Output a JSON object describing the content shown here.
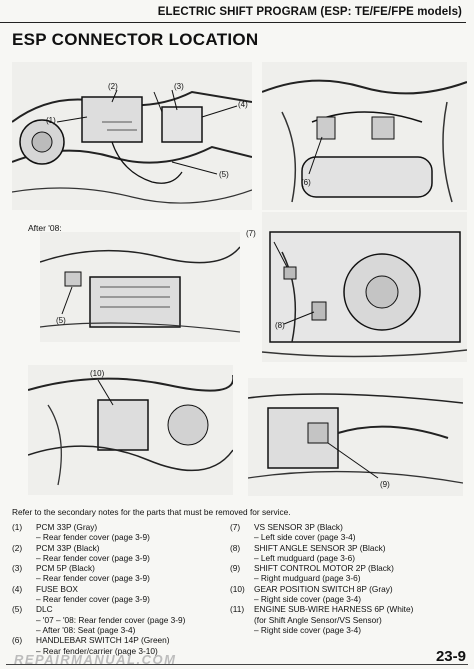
{
  "header": {
    "title": "ELECTRIC SHIFT PROGRAM (ESP: TE/FE/FPE models)"
  },
  "section_title": "ESP CONNECTOR LOCATION",
  "callouts": {
    "c1": "(1)",
    "c2": "(2)",
    "c3": "(3)",
    "c4": "(4)",
    "c5a": "(5)",
    "c6": "(6)",
    "c5b": "(5)",
    "c7": "(7)",
    "c8": "(8)",
    "c10": "(10)",
    "c9": "(9)"
  },
  "after_08_label": "After '08:",
  "note": "Refer to the secondary notes for the parts that must be removed for service.",
  "legend_left": [
    {
      "num": "(1)",
      "name": "PCM 33P (Gray)",
      "sub": [
        "– Rear fender cover (page 3-9)"
      ]
    },
    {
      "num": "(2)",
      "name": "PCM 33P (Black)",
      "sub": [
        "– Rear fender cover (page 3-9)"
      ]
    },
    {
      "num": "(3)",
      "name": "PCM 5P (Black)",
      "sub": [
        "– Rear fender cover (page 3-9)"
      ]
    },
    {
      "num": "(4)",
      "name": "FUSE BOX",
      "sub": [
        "– Rear fender cover (page 3-9)"
      ]
    },
    {
      "num": "(5)",
      "name": "DLC",
      "sub": [
        "– '07 – '08: Rear fender cover (page 3-9)",
        "– After '08: Seat (page 3-4)"
      ]
    },
    {
      "num": "(6)",
      "name": "HANDLEBAR SWITCH 14P (Green)",
      "sub": [
        "– Rear fender/carrier (page 3-10)"
      ]
    }
  ],
  "legend_right": [
    {
      "num": "(7)",
      "name": "VS SENSOR 3P (Black)",
      "sub": [
        "– Left side cover (page 3-4)"
      ]
    },
    {
      "num": "(8)",
      "name": "SHIFT ANGLE SENSOR 3P (Black)",
      "sub": [
        "– Left mudguard (page 3-6)"
      ]
    },
    {
      "num": "(9)",
      "name": "SHIFT CONTROL MOTOR 2P (Black)",
      "sub": [
        "– Right mudguard (page 3-6)"
      ]
    },
    {
      "num": "(10)",
      "name": "GEAR POSITION SWITCH 8P (Gray)",
      "sub": [
        "– Right side cover (page 3-4)"
      ]
    },
    {
      "num": "(11)",
      "name": "ENGINE SUB-WIRE HARNESS 6P (White)",
      "sub": [
        "(for Shift Angle Sensor/VS Sensor)",
        "– Right side cover (page 3-4)"
      ]
    }
  ],
  "footer": {
    "page": "23-9",
    "watermark": "REPAIRMANUAL.COM"
  }
}
